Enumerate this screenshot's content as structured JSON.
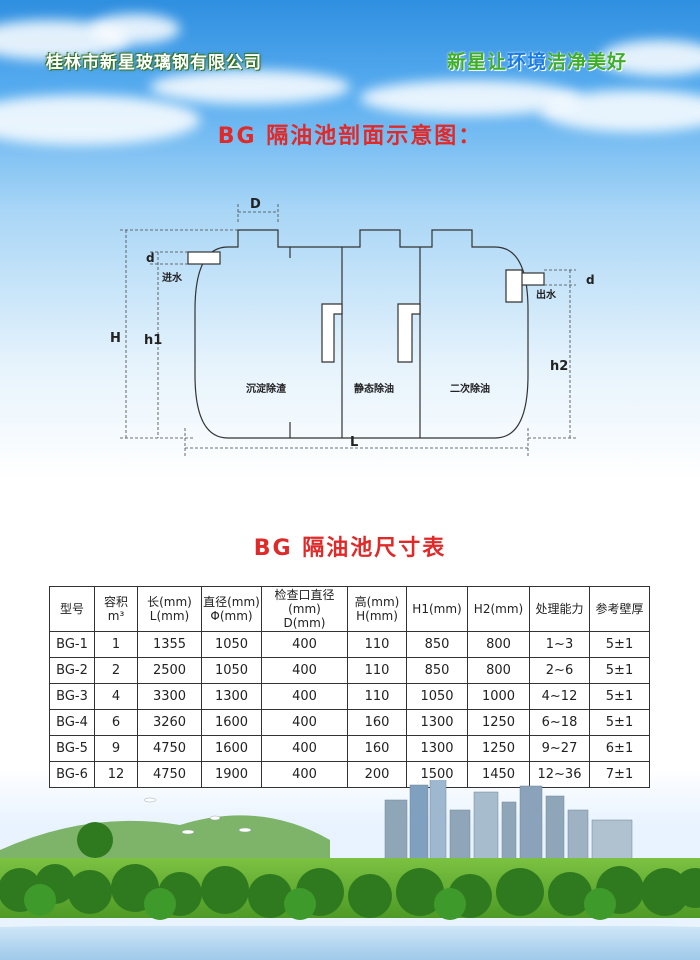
{
  "header": {
    "company": "桂林市新星玻璃钢有限公司",
    "slogan_part1": "新星让",
    "slogan_part2": "环境",
    "slogan_part3": "洁净美好"
  },
  "diagram": {
    "title": "BG 隔油池剖面示意图：",
    "label_D": "D",
    "label_d_left": "d",
    "label_d_right": "d",
    "label_inlet": "进水",
    "label_outlet": "出水",
    "label_H": "H",
    "label_h1": "h1",
    "label_h2": "h2",
    "label_L": "L",
    "chamber1": "沉淀除渣",
    "chamber2": "静态除油",
    "chamber3": "二次除油"
  },
  "table": {
    "title": "BG 隔油池尺寸表",
    "headers": [
      [
        "型号"
      ],
      [
        "容积",
        "m³"
      ],
      [
        "长(mm)",
        "L(mm)"
      ],
      [
        "直径(mm)",
        "Φ(mm)"
      ],
      [
        "检查口直径(mm)",
        "D(mm)"
      ],
      [
        "高(mm)",
        "H(mm)"
      ],
      [
        "H1(mm)"
      ],
      [
        "H2(mm)"
      ],
      [
        "处理能力"
      ],
      [
        "参考壁厚"
      ]
    ],
    "rows": [
      [
        "BG-1",
        "1",
        "1355",
        "1050",
        "400",
        "110",
        "850",
        "800",
        "1~3",
        "5±1"
      ],
      [
        "BG-2",
        "2",
        "2500",
        "1050",
        "400",
        "110",
        "850",
        "800",
        "2~6",
        "5±1"
      ],
      [
        "BG-3",
        "4",
        "3300",
        "1300",
        "400",
        "110",
        "1050",
        "1000",
        "4~12",
        "5±1"
      ],
      [
        "BG-4",
        "6",
        "3260",
        "1600",
        "400",
        "160",
        "1300",
        "1250",
        "6~18",
        "5±1"
      ],
      [
        "BG-5",
        "9",
        "4750",
        "1600",
        "400",
        "160",
        "1300",
        "1250",
        "9~27",
        "6±1"
      ],
      [
        "BG-6",
        "12",
        "4750",
        "1900",
        "400",
        "200",
        "1500",
        "1450",
        "12~36",
        "7±1"
      ]
    ]
  }
}
